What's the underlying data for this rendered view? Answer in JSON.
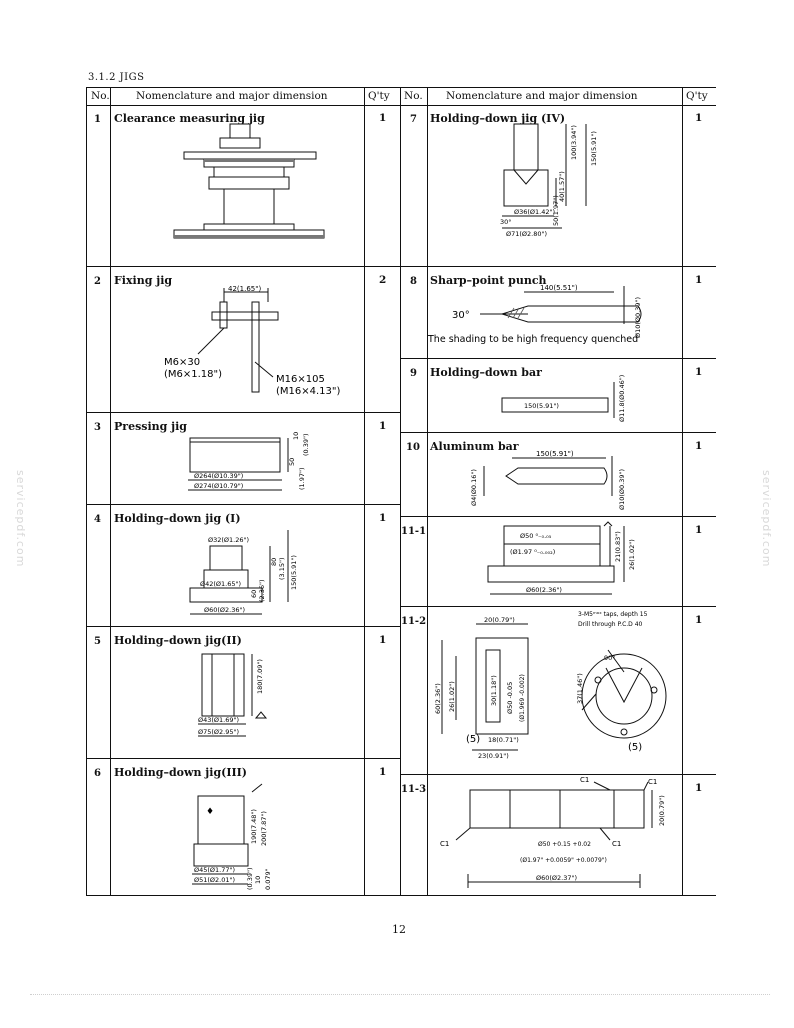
{
  "section_title": "3.1.2  JIGS",
  "headers": {
    "no": "No.",
    "name": "Nomenclature and major dimension",
    "qty": "Q'ty"
  },
  "left_rows": [
    {
      "no": "1",
      "name": "Clearance measuring jig",
      "qty": "1"
    },
    {
      "no": "2",
      "name": "Fixing jig",
      "qty": "2"
    },
    {
      "no": "3",
      "name": "Pressing jig",
      "qty": "1"
    },
    {
      "no": "4",
      "name": "Holding–down jig (I)",
      "qty": "1"
    },
    {
      "no": "5",
      "name": "Holding–down jig(II)",
      "qty": "1"
    },
    {
      "no": "6",
      "name": "Holding–down jig(III)",
      "qty": "1"
    }
  ],
  "right_rows": [
    {
      "no": "7",
      "name": "Holding–down jig (IV)",
      "qty": "1"
    },
    {
      "no": "8",
      "name": "Sharp–point punch",
      "qty": "1"
    },
    {
      "no": "9",
      "name": "Holding–down bar",
      "qty": "1"
    },
    {
      "no": "10",
      "name": "Aluminum bar",
      "qty": "1"
    },
    {
      "no": "11-1",
      "name": "",
      "qty": "1"
    },
    {
      "no": "11-2",
      "name": "",
      "qty": "1"
    },
    {
      "no": "11-3",
      "name": "",
      "qty": "1"
    }
  ],
  "dims": {
    "d2": {
      "top": "42(1.65\")",
      "l1": "M6×30",
      "l2": "(M6×1.18\")",
      "r1": "M16×105",
      "r2": "(M16×4.13\")"
    },
    "d3": {
      "a": "Ø264(Ø10.39\")",
      "b": "Ø274(Ø10.79\")",
      "h1": "10",
      "h1i": "(0.39\")",
      "h2": "50",
      "h2i": "(1.97\")"
    },
    "d4": {
      "a": "Ø32(Ø1.26\")",
      "b": "Ø42(Ø1.65\")",
      "c": "Ø60(Ø2.36\")",
      "v1": "60",
      "v1i": "(2.36\")",
      "v2": "80",
      "v2i": "(3.15\")",
      "v3": "150(5.91\")"
    },
    "d5": {
      "h": "180(7.09\")",
      "a": "Ø43(Ø1.69\")",
      "b": "Ø75(Ø2.95\")"
    },
    "d6": {
      "a": "Ø45(Ø1.77\")",
      "b": "Ø51(Ø2.01\")",
      "v1": "190(7.48\")",
      "v2": "200(7.87\")",
      "v3": "(0.39\")",
      "v4": "10",
      "v5": "0.079\""
    },
    "d7": {
      "v1": "100(3.94\")",
      "v2": "150(5.91\")",
      "v3": "40(1.57\")",
      "v4": "50(1.97\")",
      "ang": "30°",
      "a": "Ø36(Ø1.42\")",
      "b": "Ø71(Ø2.80\")"
    },
    "d8": {
      "len": "140(5.51\")",
      "ang": "30°",
      "dia": "Ø10(Ø0.39\")",
      "note": "The shading to be high frequency quenched"
    },
    "d9": {
      "len": "150(5.91\")",
      "dia": "Ø11.8(Ø0.46\")"
    },
    "d10": {
      "len": "150(5.91\")",
      "d1": "Ø4(Ø0.16\")",
      "d2": "Ø10(Ø0.39\")"
    },
    "d111": {
      "a": "Ø50 ⁰₋₀.₀₅",
      "b": "(Ø1.97 ⁰₋₀.₀₀₂)",
      "c": "Ø60(2.36\")",
      "v1": "21(0.83\")",
      "v2": "26(1.02\")"
    },
    "d112": {
      "note1": "3-M5ᵐᵃˣ taps, depth 15",
      "note2": "Drill through   P.C.D 40",
      "top": "20(0.79\")",
      "v1": "60(2.36\")",
      "v2": "26(1.02\")",
      "v3": "30(1.18\")",
      "v4": "Ø50 -0.05",
      "v5": "(Ø1.969 -0.002)",
      "b1": "(5)",
      "b2": "18(0.71\")",
      "b3": "23(0.91\")",
      "ang": "90°",
      "rad": "37(1.46\")",
      "b4": "(5)"
    },
    "d113": {
      "c1a": "C1",
      "c1b": "C1",
      "c1c": "C1",
      "c1d": "C1",
      "h": "20(0.79\")",
      "a": "Ø50 +0.15 +0.02",
      "b": "(Ø1.97\" +0.0059\" +0.0079\")",
      "c": "Ø60(Ø2.37\")"
    }
  },
  "page_number": "12",
  "watermark": "servicepdf.com"
}
